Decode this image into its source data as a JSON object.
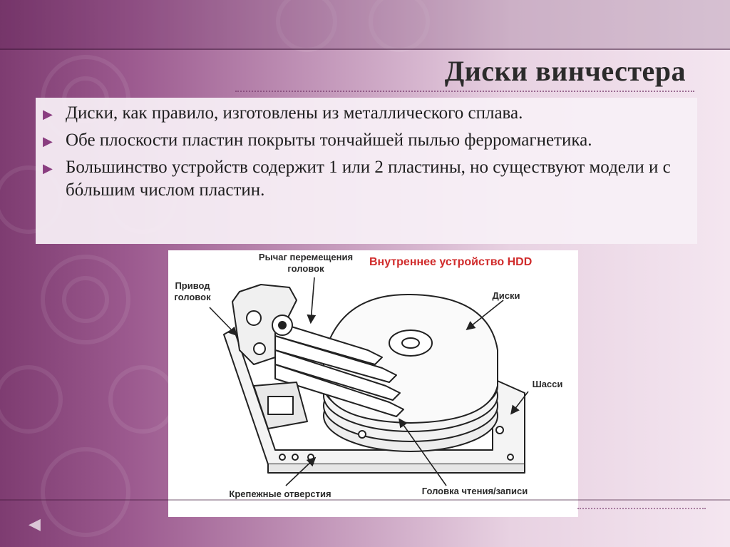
{
  "slide": {
    "title": "Диски винчестера",
    "bullets": [
      "Диски, как правило, изготовлены из металлического сплава.",
      "Обе плоскости пластин покрыты тончайшей пылью ферромагнетика.",
      "Большинство устройств содержит 1 или 2 пластины, но существуют модели и с бóльшим числом пластин."
    ]
  },
  "figure": {
    "title": "Внутреннее устройство HDD",
    "labels": {
      "lever": "Рычаг перемещения головок",
      "drive": "Привод головок",
      "disks": "Диски",
      "chassis": "Шасси",
      "holes": "Крепежные отверстия",
      "head": "Головка чтения/записи"
    }
  },
  "colors": {
    "accent": "#8a3d80",
    "figure_title": "#d02b2b"
  },
  "icons": {
    "bullet": "triangle-right-icon",
    "nav": "arrow-left-icon"
  }
}
